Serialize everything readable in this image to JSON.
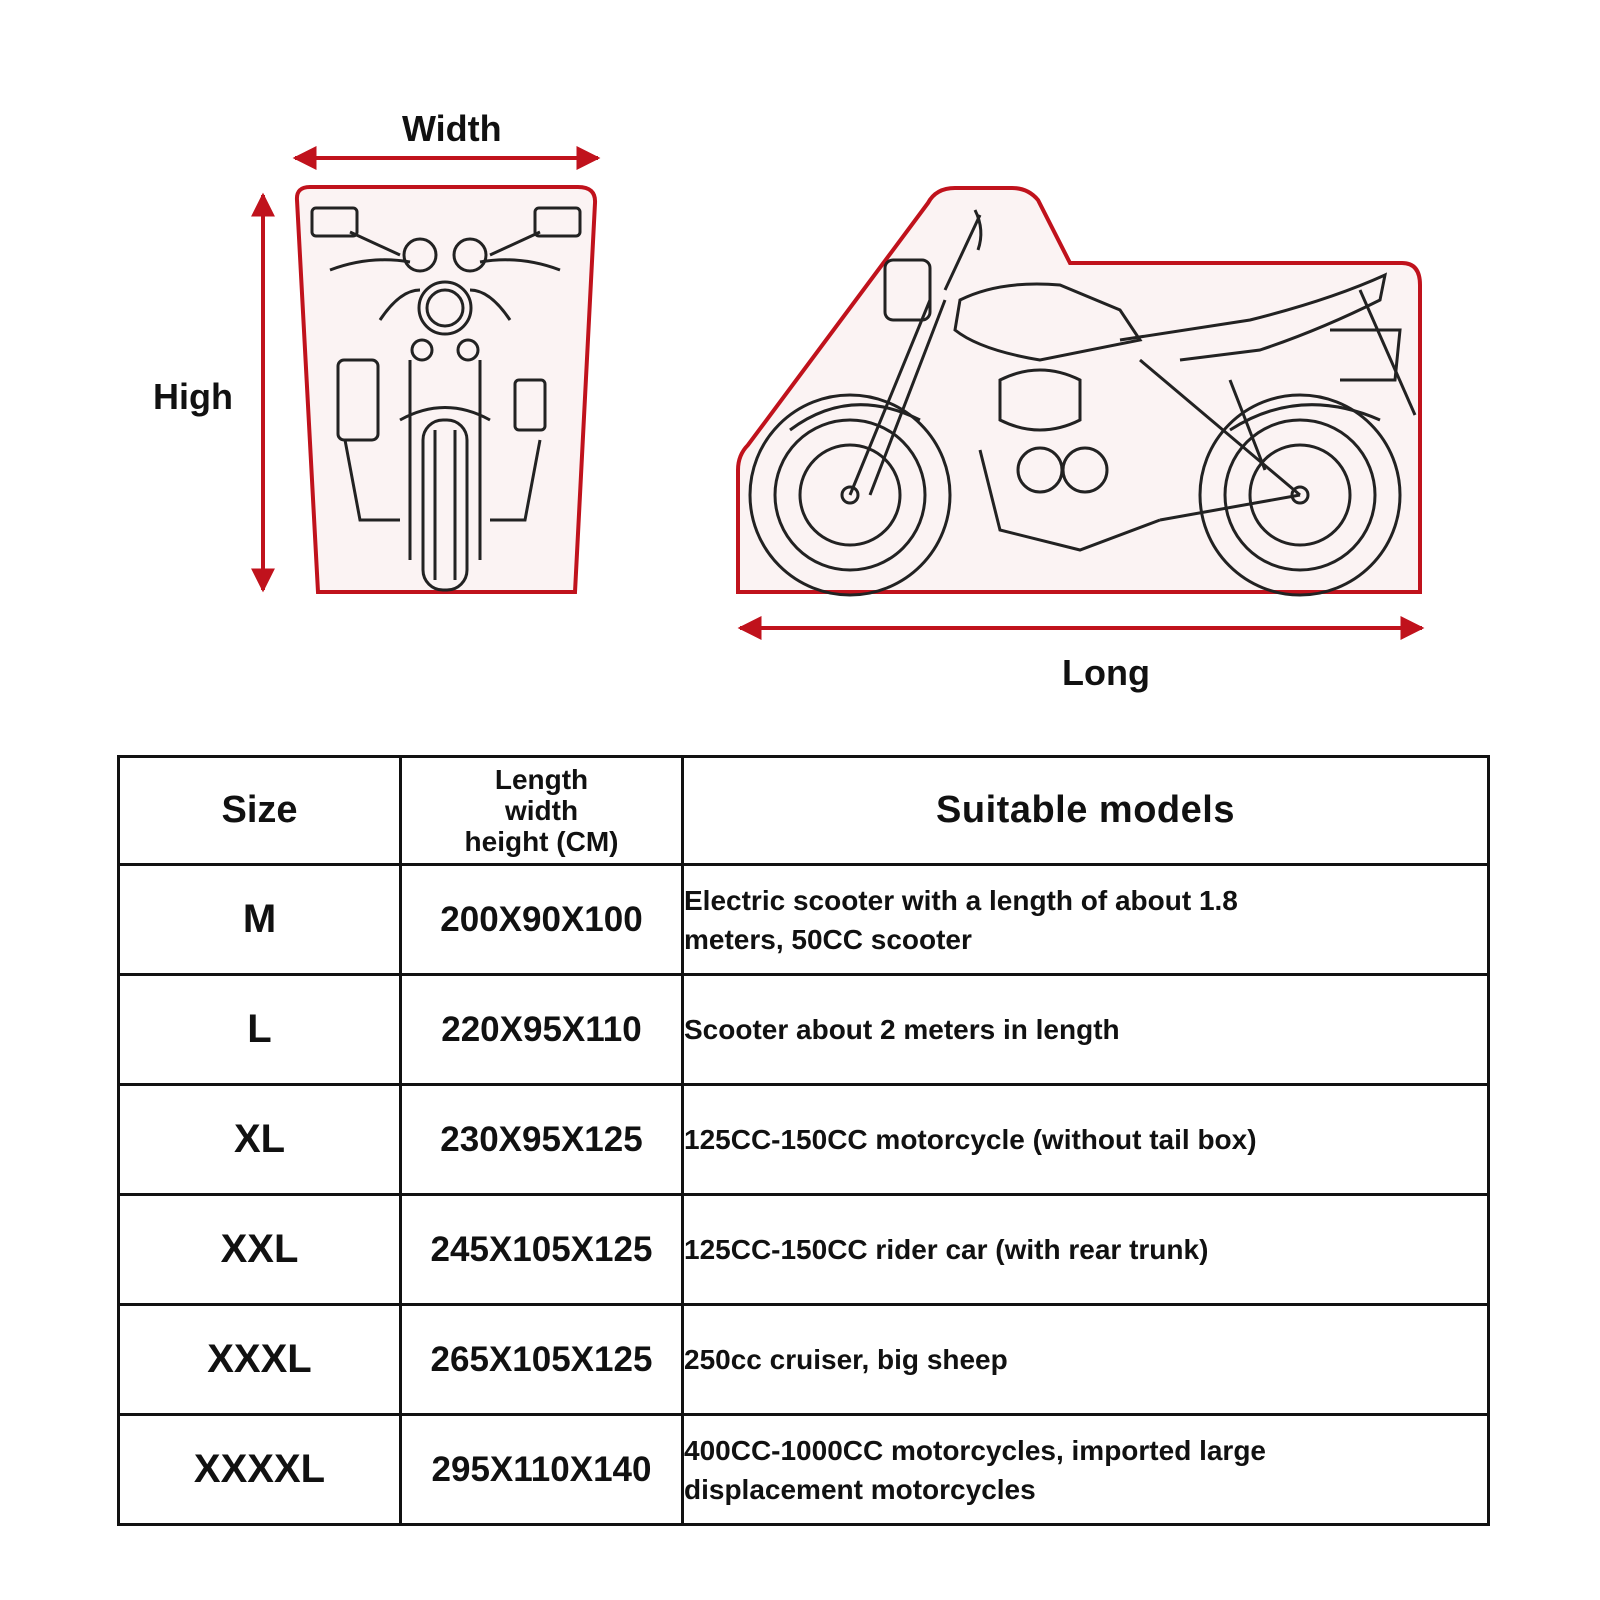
{
  "diagram": {
    "labels": {
      "width": "Width",
      "high": "High",
      "long": "Long"
    },
    "accent_color": "#c0121c",
    "front_view": "motorcycle-front-outline",
    "side_view": "motorcycle-side-outline"
  },
  "table": {
    "headers": {
      "size": "Size",
      "dims_line1": "Length",
      "dims_line2": "width",
      "dims_line3": "height (CM)",
      "models": "Suitable models"
    },
    "rows": [
      {
        "size": "M",
        "dims": "200X90X100",
        "models_line1": "Electric scooter with a length of about 1.8",
        "models_line2": "meters, 50CC scooter"
      },
      {
        "size": "L",
        "dims": "220X95X110",
        "models_line1": "Scooter about 2 meters in length",
        "models_line2": ""
      },
      {
        "size": "XL",
        "dims": "230X95X125",
        "models_line1": "125CC-150CC motorcycle (without tail box)",
        "models_line2": ""
      },
      {
        "size": "XXL",
        "dims": "245X105X125",
        "models_line1": "125CC-150CC rider car (with rear trunk)",
        "models_line2": ""
      },
      {
        "size": "XXXL",
        "dims": "265X105X125",
        "models_line1": "250cc cruiser, big sheep",
        "models_line2": ""
      },
      {
        "size": "XXXXL",
        "dims": "295X110X140",
        "models_line1": "400CC-1000CC motorcycles, imported large",
        "models_line2": "displacement motorcycles"
      }
    ]
  }
}
